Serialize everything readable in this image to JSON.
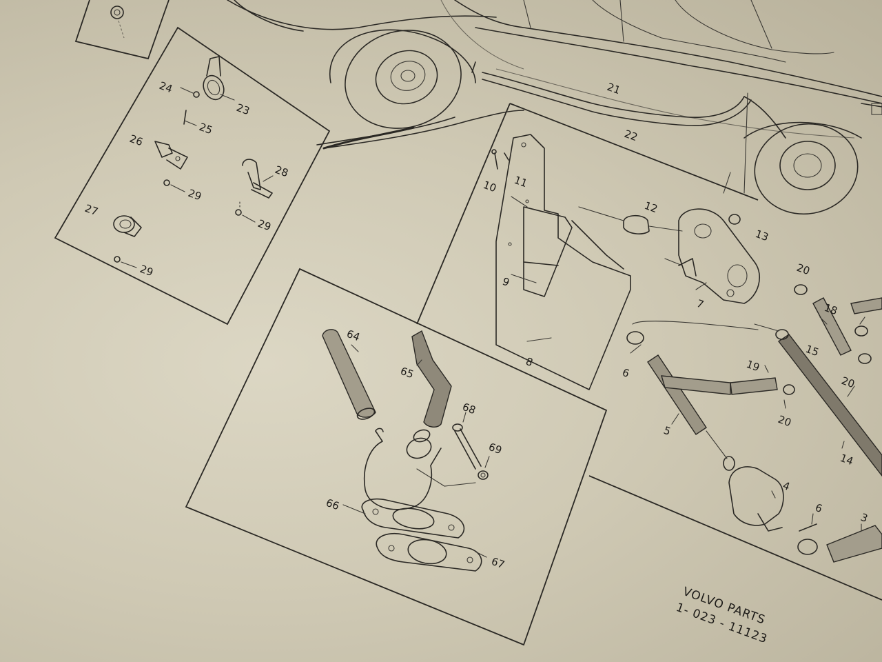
{
  "document": {
    "caption_line1": "VOLVO PARTS",
    "caption_line2": "1- 023 - 11123"
  },
  "callouts": {
    "n3": "3",
    "n4": "4",
    "n5": "5",
    "n6a": "6",
    "n6b": "6",
    "n7": "7",
    "n8": "8",
    "n9": "9",
    "n10": "10",
    "n11": "11",
    "n12": "12",
    "n13": "13",
    "n14": "14",
    "n15": "15",
    "n18": "18",
    "n19": "19",
    "n20a": "20",
    "n20b": "20",
    "n20c": "20",
    "n21": "21",
    "n22": "22",
    "n23": "23",
    "n24": "24",
    "n25": "25",
    "n26": "26",
    "n27": "27",
    "n28": "28",
    "n29a": "29",
    "n29b": "29",
    "n29c": "29",
    "n64": "64",
    "n65": "65",
    "n66": "66",
    "n67": "67",
    "n68": "68",
    "n69": "69"
  }
}
